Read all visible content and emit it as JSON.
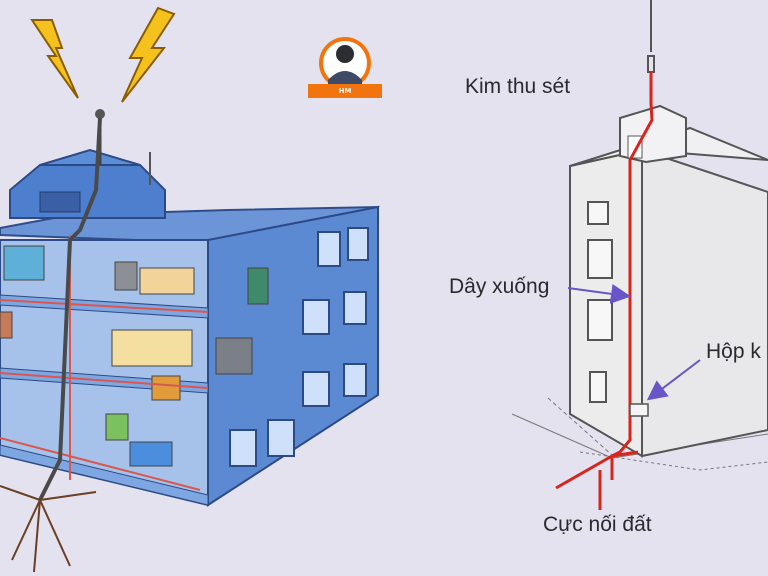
{
  "brand": {
    "logo_text": "HM",
    "accent_color": "#f2740f"
  },
  "diagram": {
    "left": {
      "lightning_icon": "lightning-bolt-icon",
      "building": "cutaway-building-illustration",
      "colors": {
        "building": "#4f82cf",
        "floor": "#8fb6ea",
        "wiring": "#d9574f"
      }
    },
    "right": {
      "labels": {
        "air_terminal": "Kim thu sét",
        "down_conductor": "Dây xuống",
        "test_box": "Hộp k",
        "earth_electrode": "Cực nối đất"
      },
      "colors": {
        "conductor": "#d8241c",
        "arrow": "#6a55c8",
        "outline": "#555555"
      }
    }
  }
}
